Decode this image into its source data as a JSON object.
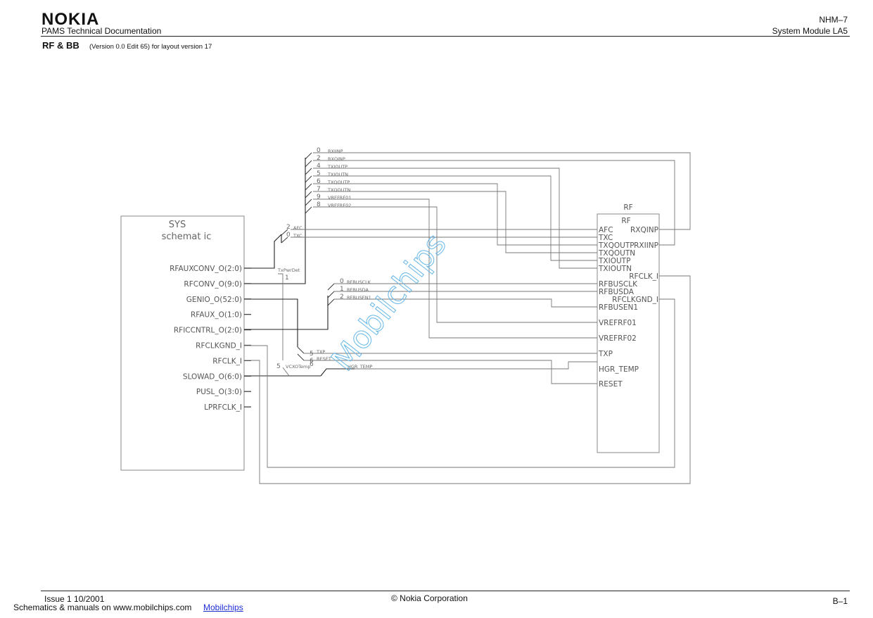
{
  "header": {
    "logo": "NOKIA",
    "subtitle": "PAMS Technical Documentation",
    "model": "NHM–7",
    "module": "System Module LA5",
    "section_title": "RF & BB",
    "section_note": "(Version 0.0  Edit 65) for layout version 17"
  },
  "diagram": {
    "sys_block": {
      "title_line1": "SYS",
      "title_line2": "schemat ic",
      "ports": [
        "RFAUXCONV_O(2:0)",
        "RFCONV_O(9:0)",
        "GENIO_O(52:0)",
        "RFAUX_O(1:0)",
        "RFICCNTRL_O(2:0)",
        "RFCLKGND_I",
        "RFCLK_I",
        "SLOWAD_O(6:0)",
        "PUSL_O(3:0)",
        "LPRFCLK_I"
      ]
    },
    "rf_block": {
      "label": "RF",
      "inner_label": "RF",
      "ports_left": [
        "AFC",
        "TXC",
        "TXQOUTP",
        "TXQOUTN",
        "TXIOUTP",
        "TXIOUTN",
        "RFBUSCLK",
        "RFBUSDA",
        "RFBUSEN1",
        "VREFRF01",
        "VREFRF02",
        "TXP",
        "HGR_TEMP",
        "RESET"
      ],
      "ports_right": [
        "RXQINP",
        "RXIINP",
        "RFCLK_I",
        "RFCLKGND_I"
      ]
    },
    "top_bus": [
      {
        "num": "0",
        "name": "RXIINP"
      },
      {
        "num": "2",
        "name": "RXQINP"
      },
      {
        "num": "4",
        "name": "TXIOUTP"
      },
      {
        "num": "5",
        "name": "TXIOUTN"
      },
      {
        "num": "6",
        "name": "TXQOUTP"
      },
      {
        "num": "7",
        "name": "TXQOUTN"
      },
      {
        "num": "9",
        "name": "VREFRF01"
      },
      {
        "num": "8",
        "name": "VREFRF02"
      }
    ],
    "afc_bus": [
      {
        "num": "2",
        "name": "AFC"
      },
      {
        "num": "0",
        "name": "TXC"
      }
    ],
    "txpwrdet_label": "TxPwrDet",
    "txpwrdet_num": "1",
    "rfbus": [
      {
        "num": "0",
        "name": "RFBUSCLK"
      },
      {
        "num": "1",
        "name": "RFBUSDA"
      },
      {
        "num": "2",
        "name": "RFBUSEN1"
      }
    ],
    "ctrl_bus": [
      {
        "num": "5",
        "name": "TXP"
      },
      {
        "num": "6",
        "name": "RESET"
      }
    ],
    "vcxo_num": "5",
    "vcxo_label": "VCXOTemp",
    "hgr_num": "6",
    "hgr_label": "HGR_TEMP",
    "watermark": "Mobilchips"
  },
  "footer": {
    "issue": "Issue 1  10/2001",
    "copyright": "© Nokia Corporation",
    "page": "B–1",
    "promo": "Schematics & manuals on www.mobilchips.com",
    "promo_link": "Mobilchips"
  }
}
